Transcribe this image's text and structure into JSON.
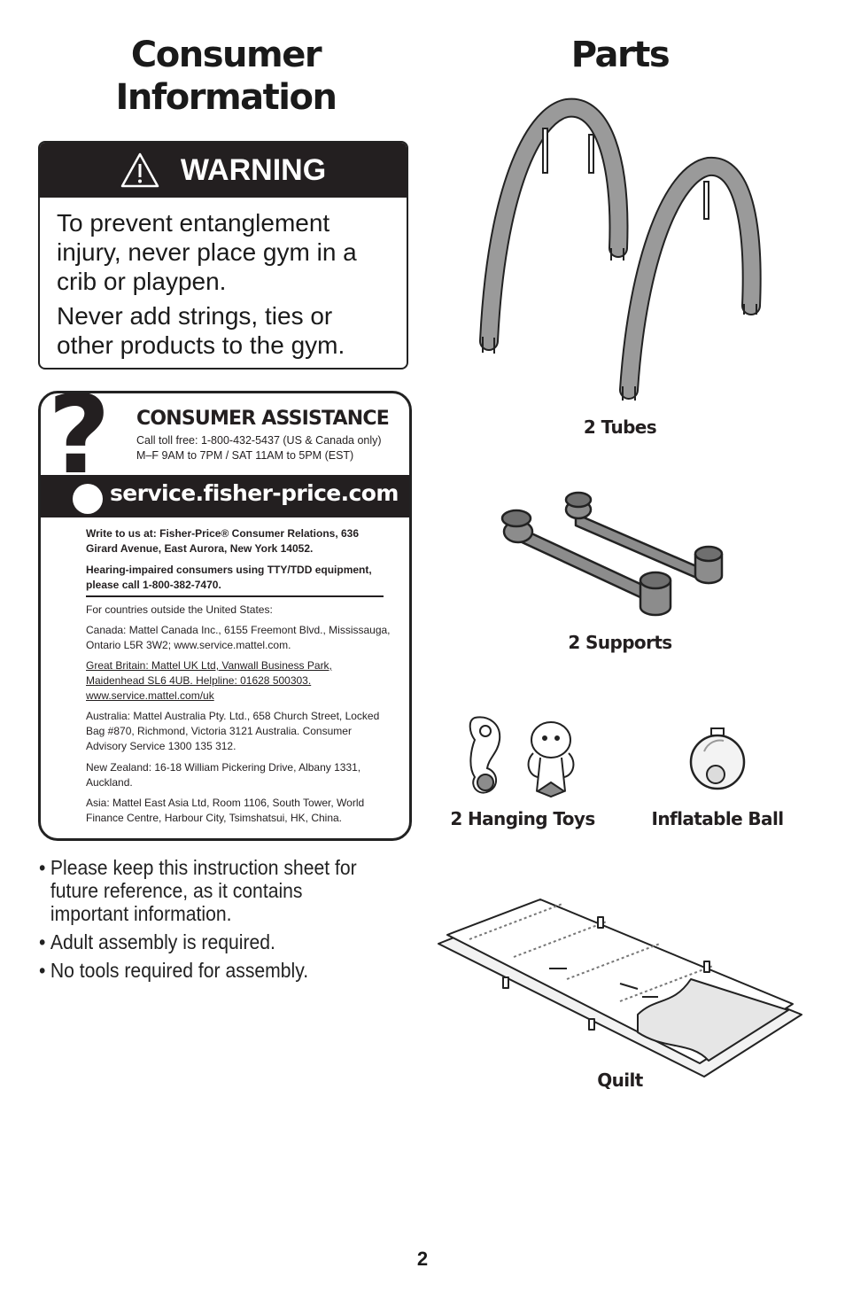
{
  "titles": {
    "consumer_line1": "Consumer",
    "consumer_line2": "Information",
    "parts": "Parts"
  },
  "warning": {
    "label": "WARNING",
    "paragraph1": "To prevent entanglement injury, never place gym in a crib or playpen.",
    "paragraph2": "Never add strings, ties or other products to the gym."
  },
  "assistance": {
    "question_mark": "?",
    "title": "CONSUMER ASSISTANCE",
    "phone_line": "Call toll free: 1-800-432-5437 (US & Canada only)",
    "hours_line": "M–F 9AM to 7PM / SAT 11AM to 5PM (EST)",
    "url": "service.fisher-price.com",
    "write_to": "Write to us at: Fisher-Price® Consumer Relations, 636 Girard Avenue, East Aurora, New York 14052.",
    "hearing": "Hearing-impaired consumers using TTY/TDD equipment, please call 1-800-382-7470.",
    "outside": "For countries outside the United States:",
    "canada": "Canada: Mattel Canada Inc., 6155 Freemont Blvd., Mississauga, Ontario L5R 3W2; www.service.mattel.com.",
    "great_britain": "Great Britain: Mattel UK Ltd, Vanwall Business Park, Maidenhead SL6 4UB. Helpline: 01628 500303. www.service.mattel.com/uk",
    "australia": "Australia: Mattel Australia Pty. Ltd., 658 Church Street, Locked Bag #870, Richmond, Victoria 3121 Australia. Consumer Advisory Service 1300 135 312.",
    "new_zealand": "New Zealand: 16-18 William Pickering Drive, Albany 1331, Auckland.",
    "asia": "Asia: Mattel East Asia Ltd, Room 1106, South Tower, World Finance Centre, Harbour City, Tsimshatsui, HK, China."
  },
  "bullets": [
    {
      "line1": "Please keep this instruction sheet for",
      "line2": "future reference, as it contains",
      "line3": "important information."
    },
    {
      "line1": "Adult assembly is required."
    },
    {
      "line1": "No tools required for assembly."
    }
  ],
  "parts": {
    "tubes": "2 Tubes",
    "supports": "2 Supports",
    "hanging_toys": "2 Hanging Toys",
    "ball": "Inflatable Ball",
    "quilt": "Quilt"
  },
  "bullet_glyph": "•",
  "page_number": "2",
  "colors": {
    "ink": "#231f20",
    "tube_gray": "#9a9a9a",
    "support_gray": "#8c8c8c"
  }
}
